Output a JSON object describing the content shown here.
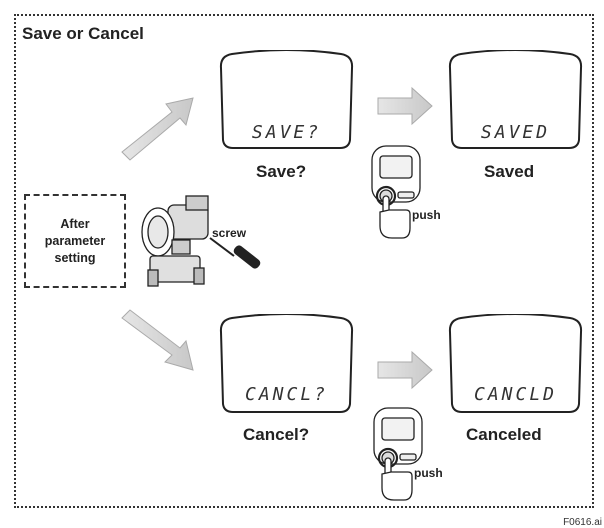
{
  "title": "Save or Cancel",
  "start_box": {
    "line1": "After",
    "line2": "parameter",
    "line3": "setting"
  },
  "screw_label": "screw",
  "push_label": "push",
  "top_row": {
    "lcd_before": "SAVE?",
    "lcd_after": "SAVED",
    "caption_before": "Save?",
    "caption_after": "Saved"
  },
  "bottom_row": {
    "lcd_before": "CANCL?",
    "lcd_after": "CANCLD",
    "caption_before": "Cancel?",
    "caption_after": "Canceled"
  },
  "figure_id": "F0616.ai",
  "icons": [
    "arrow-icon",
    "lcd-display-icon",
    "transmitter-icon",
    "screwdriver-icon",
    "push-hand-icon",
    "keypad-display-icon"
  ]
}
